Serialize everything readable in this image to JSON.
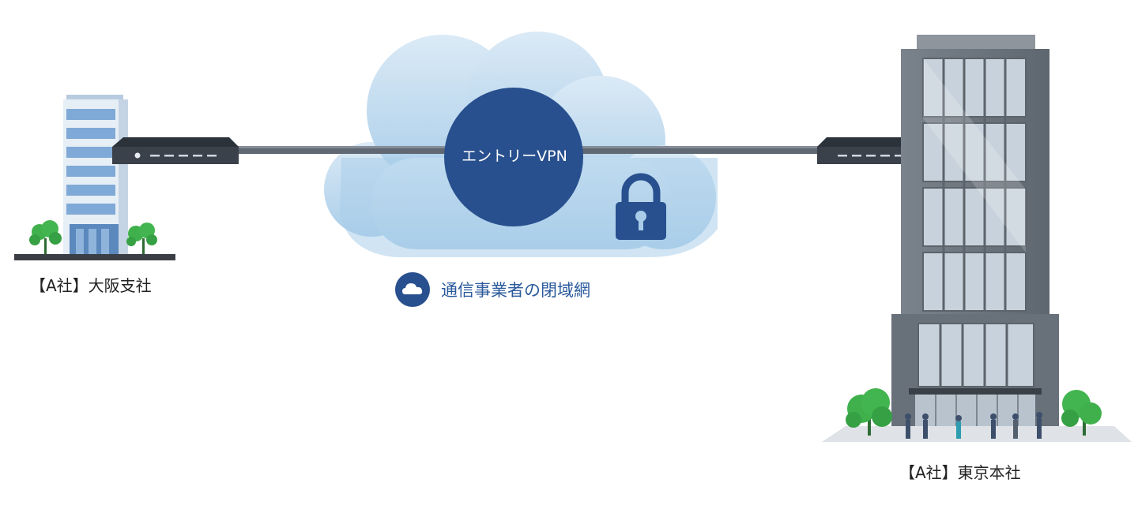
{
  "sites": {
    "osaka": {
      "label": "【A社】大阪支社"
    },
    "tokyo": {
      "label": "【A社】東京本社"
    }
  },
  "vpn": {
    "label": "エントリーVPN"
  },
  "network": {
    "label": "通信事業者の閉域網",
    "icon": "cloud-icon"
  },
  "colors": {
    "cloud_light": "#cfe3f3",
    "cloud_mid": "#aacde9",
    "vpn_navy": "#28508f",
    "legend_text": "#2a5a9c",
    "router": "#333a44",
    "cable": "#5f6873",
    "building_glass": "#7fa9d6",
    "tree": "#3fb04c",
    "tower": "#6e7680"
  }
}
